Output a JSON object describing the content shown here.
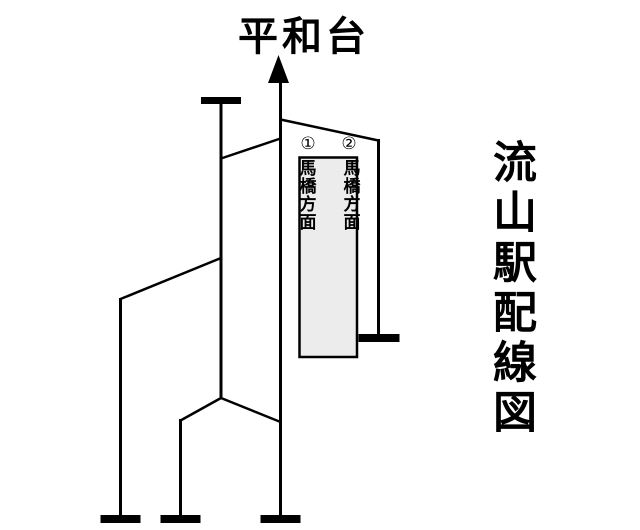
{
  "diagram": {
    "title": "流山駅配線図",
    "top_destination": "平和台",
    "platform": {
      "tracks": [
        {
          "number": "①",
          "destination": "馬橋方面"
        },
        {
          "number": "②",
          "destination": "馬橋方面"
        }
      ]
    },
    "colors": {
      "line": "#000000",
      "platform_fill": "#ececec",
      "background": "#ffffff"
    },
    "icons": {
      "up_arrow": "▲"
    }
  }
}
